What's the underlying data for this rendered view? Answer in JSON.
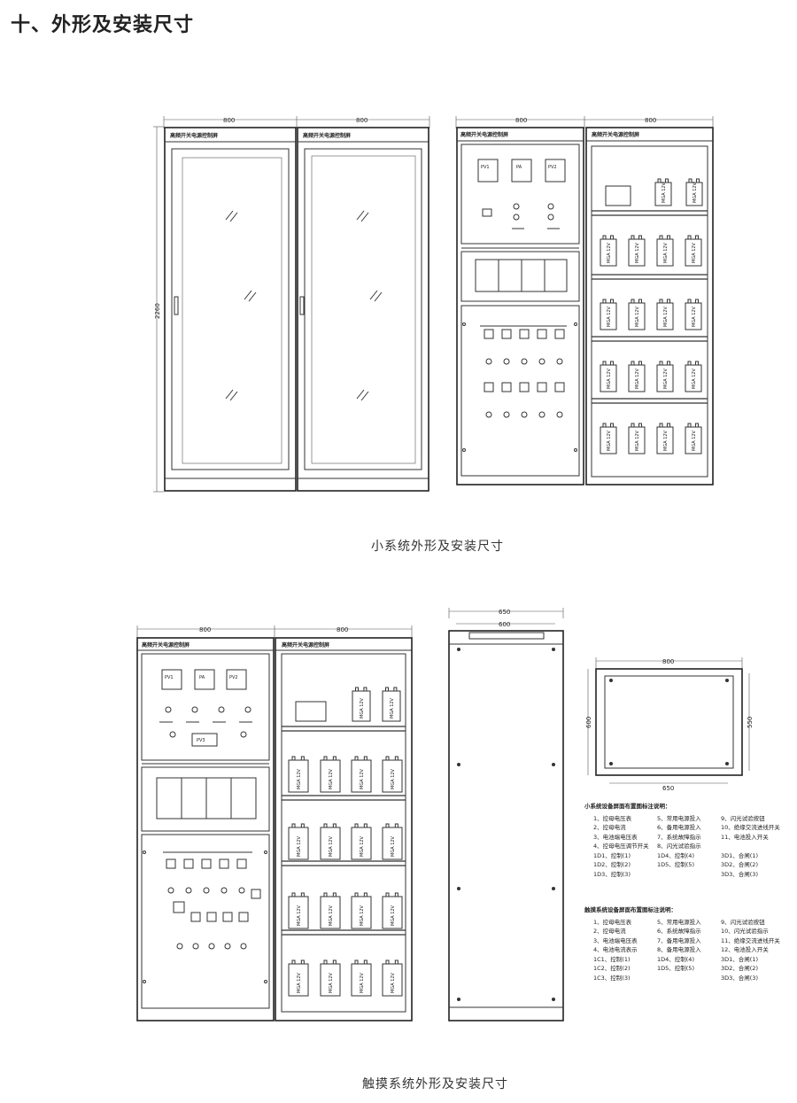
{
  "heading": "十、外形及安装尺寸",
  "section1": {
    "caption": "小系统外形及安装尺寸",
    "dims": {
      "w1": "800",
      "w2": "800",
      "w3": "800",
      "w4": "800",
      "h": "2260"
    },
    "labels": [
      "高频开关电源控制屏",
      "高频开关电源控制屏",
      "高频开关电源控制屏",
      "高频开关电源控制屏"
    ],
    "meters": [
      "PV1",
      "PA",
      "PV2"
    ]
  },
  "section2": {
    "caption": "触摸系统外形及安装尺寸",
    "dims": {
      "w1": "800",
      "w2": "800",
      "depth_outer": "650",
      "depth_inner": "600",
      "plan_w": "800",
      "plan_d": "600",
      "plan_inner_d": "550",
      "plan_inner_w": "650"
    },
    "labels": [
      "高频开关电源控制屏",
      "高频开关电源控制屏"
    ],
    "meters": [
      "PV1",
      "PA",
      "PV2",
      "PV3"
    ]
  },
  "notes1": {
    "title": "小系统设备屏面布置图标注说明：",
    "items": [
      "1、控母电压表",
      "5、常用电源投入",
      "9、闪光试验按钮",
      "2、控母电流",
      "6、备用电源投入",
      "10、绝缘交流进线开关",
      "3、电池端电压表",
      "7、系统故障指示",
      "11、电池投入开关",
      "4、控母电压调节开关",
      "8、闪光试验指示",
      "",
      "1D1、控制(1)",
      "1D4、控制(4)",
      "3D1、合闸(1)",
      "1D2、控制(2)",
      "1D5、控制(5)",
      "3D2、合闸(2)",
      "1D3、控制(3)",
      "",
      "3D3、合闸(3)"
    ]
  },
  "notes2": {
    "title": "触摸系统设备屏面布置图标注说明：",
    "items": [
      "1、控母电压表",
      "5、常用电源投入",
      "9、闪光试验按钮",
      "2、控母电流",
      "6、系统故障指示",
      "10、闪光试验指示",
      "3、电池端电压表",
      "7、备用电源投入",
      "11、绝缘交流进线开关",
      "4、电池电流表示",
      "8、备用电源投入",
      "12、电池投入开关",
      "1C1、控制(1)",
      "1D4、控制(4)",
      "3D1、合闸(1)",
      "1C2、控制(2)",
      "1D5、控制(5)",
      "3D2、合闸(2)",
      "1C3、控制(3)",
      "",
      "3D3、合闸(3)"
    ]
  },
  "battery_label": "MGA 12V"
}
